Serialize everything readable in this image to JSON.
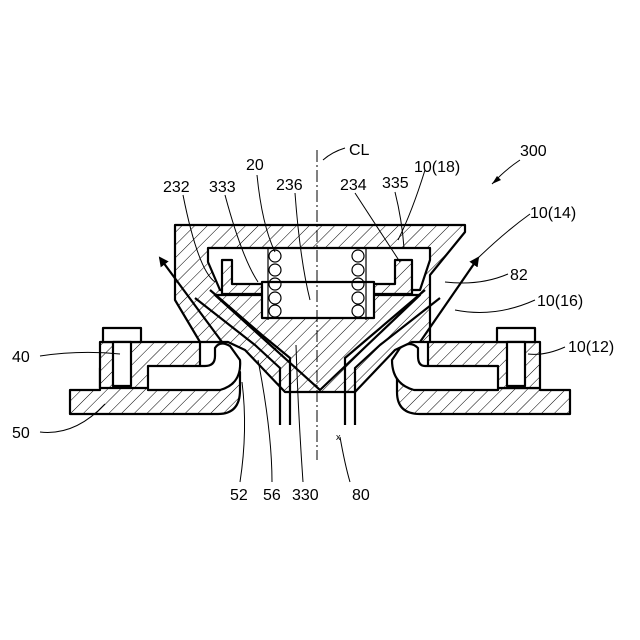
{
  "figure": {
    "labels": {
      "n300": "300",
      "cl": "CL",
      "n20": "20",
      "n10_18": "10(18)",
      "n232": "232",
      "n333": "333",
      "n236": "236",
      "n234": "234",
      "n335": "335",
      "n10_14": "10(14)",
      "n82": "82",
      "n10_16": "10(16)",
      "n40": "40",
      "n10_12": "10(12)",
      "n50": "50",
      "n52": "52",
      "n56": "56",
      "n330": "330",
      "n80": "80",
      "x_mark": "x"
    }
  }
}
